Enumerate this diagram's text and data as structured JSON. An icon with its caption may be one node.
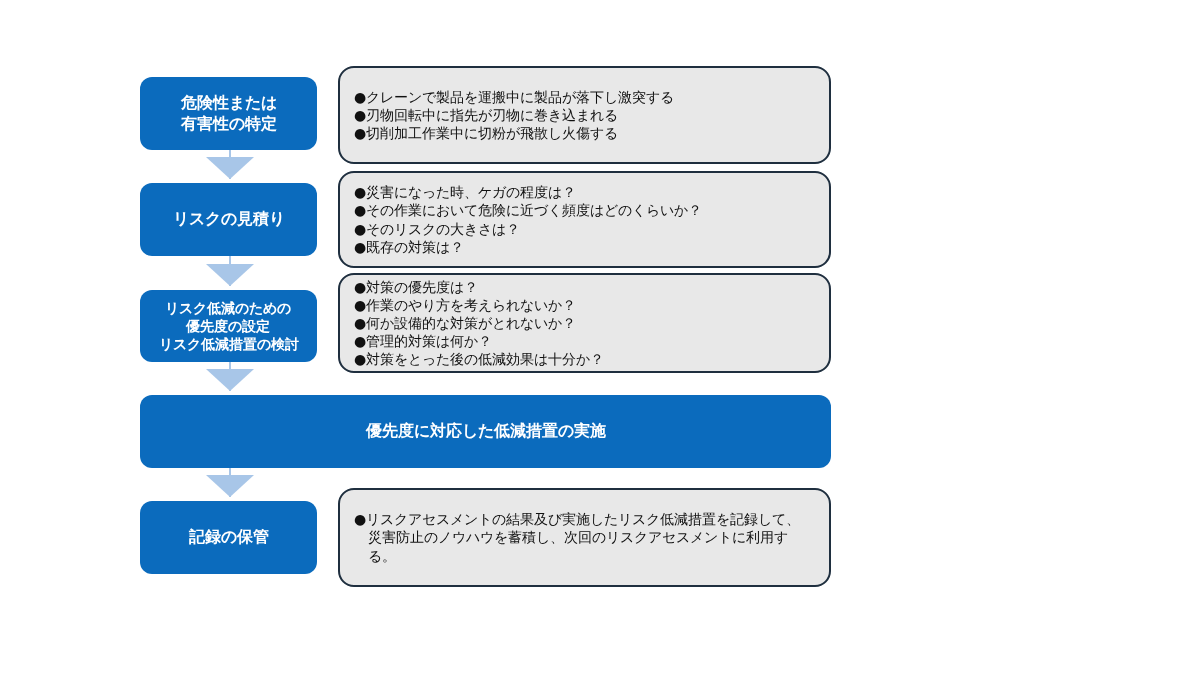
{
  "diagram": {
    "nodes": [
      {
        "text": [
          "危険性または有害性の特定"
        ]
      },
      {
        "text": [
          "●クレーンで製品を運搬中に製品が落下し激突する",
          "●刃物回転中に指先が刃物に巻き込まれる",
          "●切削加工作業中に切粉が飛散し火傷する"
        ]
      },
      {
        "text": [
          "リスクの見積り"
        ]
      },
      {
        "text": [
          "●災害になった時、ケガの程度は？",
          "●その作業において危険に近づく頻度はどのくらいか？",
          "●そのリスクの大きさは？",
          "●既存の対策は？"
        ]
      },
      {
        "text": [
          "リスク低減のための優先度の設定",
          "リスク低減措置の検討"
        ]
      },
      {
        "text": [
          "●対策の優先度は？",
          "●作業のやり方を考えられないか？",
          "●何か設備的な対策がとれないか？",
          "●管理的対策は何か？",
          "●対策をとった後の低減効果は十分か？"
        ]
      },
      {
        "text": [
          "優先度に対応した低減措置の実施"
        ]
      },
      {
        "text": [
          "記録の保管"
        ]
      },
      {
        "text": [
          "●リスクアセスメントの結果及び実施したリスク低減措置を記録して、災害防止のノウハウを蓄積し、次回のリスクアセスメントに利用する。"
        ]
      }
    ],
    "edges": [
      {
        "from": 0,
        "to": 2,
        "arrow": "to"
      },
      {
        "from": 2,
        "to": 4,
        "arrow": "to"
      },
      {
        "from": 4,
        "to": 6,
        "arrow": "to"
      },
      {
        "from": 6,
        "to": 7,
        "arrow": "to"
      }
    ]
  }
}
